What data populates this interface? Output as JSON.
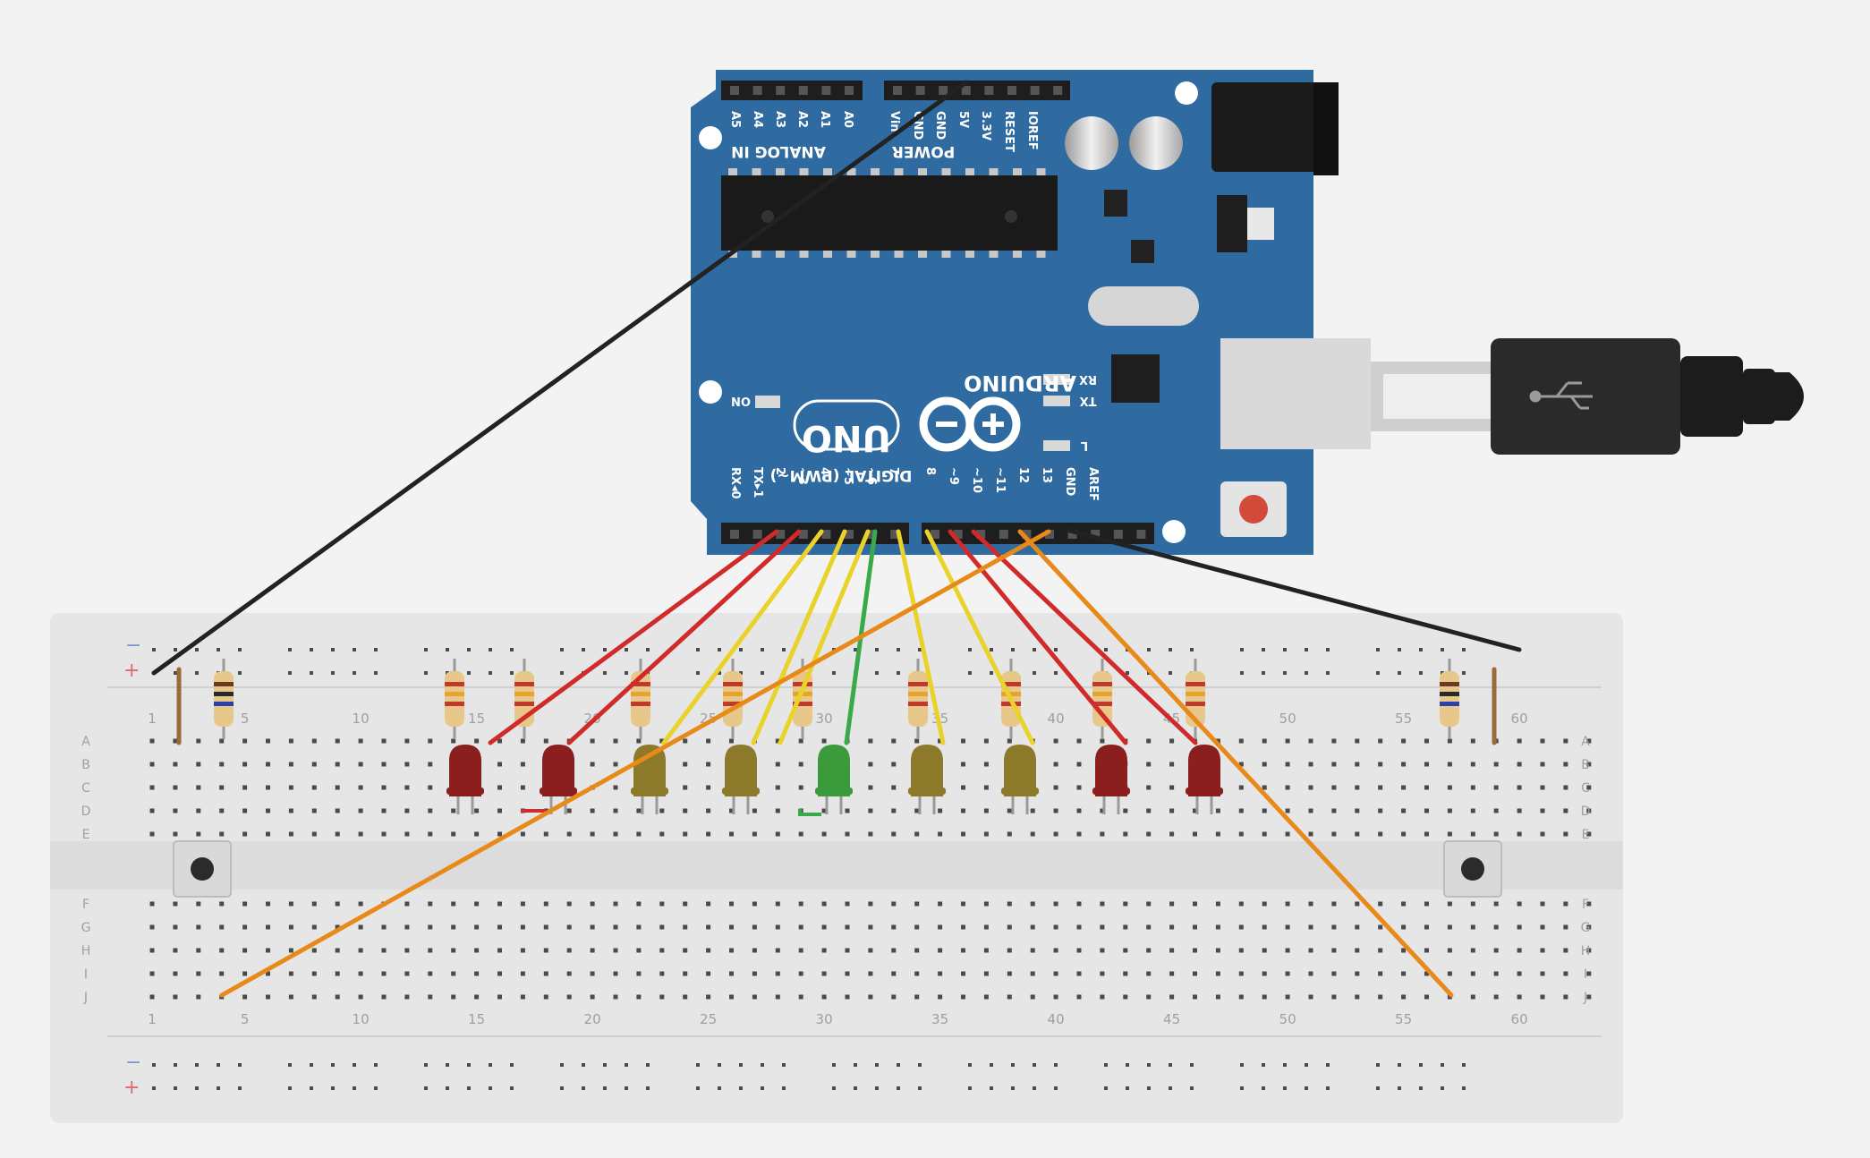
{
  "arduino": {
    "logo_text": "ARDUINO",
    "model_text": "UNO",
    "analog_header": "ANALOG IN",
    "power_header": "POWER",
    "digital_header": "DIGITAL (PWM~)",
    "analog_pins": [
      "A5",
      "A4",
      "A3",
      "A2",
      "A1",
      "A0"
    ],
    "power_pins": [
      "Vin",
      "GND",
      "GND",
      "5V",
      "3.3V",
      "RESET",
      "IOREF"
    ],
    "digital_pins": [
      "RX◂0",
      "TX▸1",
      "2",
      "~3",
      "4",
      "~5",
      "~6",
      "7",
      "8",
      "~9",
      "~10",
      "~11",
      "12",
      "13",
      "GND",
      "AREF"
    ],
    "leds": {
      "on": "ON",
      "rx": "RX",
      "tx": "TX",
      "l": "L"
    }
  },
  "breadboard": {
    "column_labels": [
      "1",
      "5",
      "10",
      "15",
      "20",
      "25",
      "30",
      "35",
      "40",
      "45",
      "50",
      "55",
      "60"
    ],
    "row_labels_top": [
      "A",
      "B",
      "C",
      "D",
      "E"
    ],
    "row_labels_bottom": [
      "F",
      "G",
      "H",
      "I",
      "J"
    ],
    "rail_minus": "−",
    "rail_plus": "+"
  },
  "components": {
    "leds": [
      "red",
      "red",
      "yellow",
      "yellow",
      "green",
      "yellow",
      "yellow",
      "red",
      "red"
    ],
    "buttons": 2,
    "resistors": 11
  },
  "colors": {
    "pcb": "#2f6aa1",
    "wire_red": "#d12a2a",
    "wire_yellow": "#e9d22a",
    "wire_green": "#3aa94a",
    "wire_orange": "#e88a1a",
    "wire_black": "#222222"
  }
}
